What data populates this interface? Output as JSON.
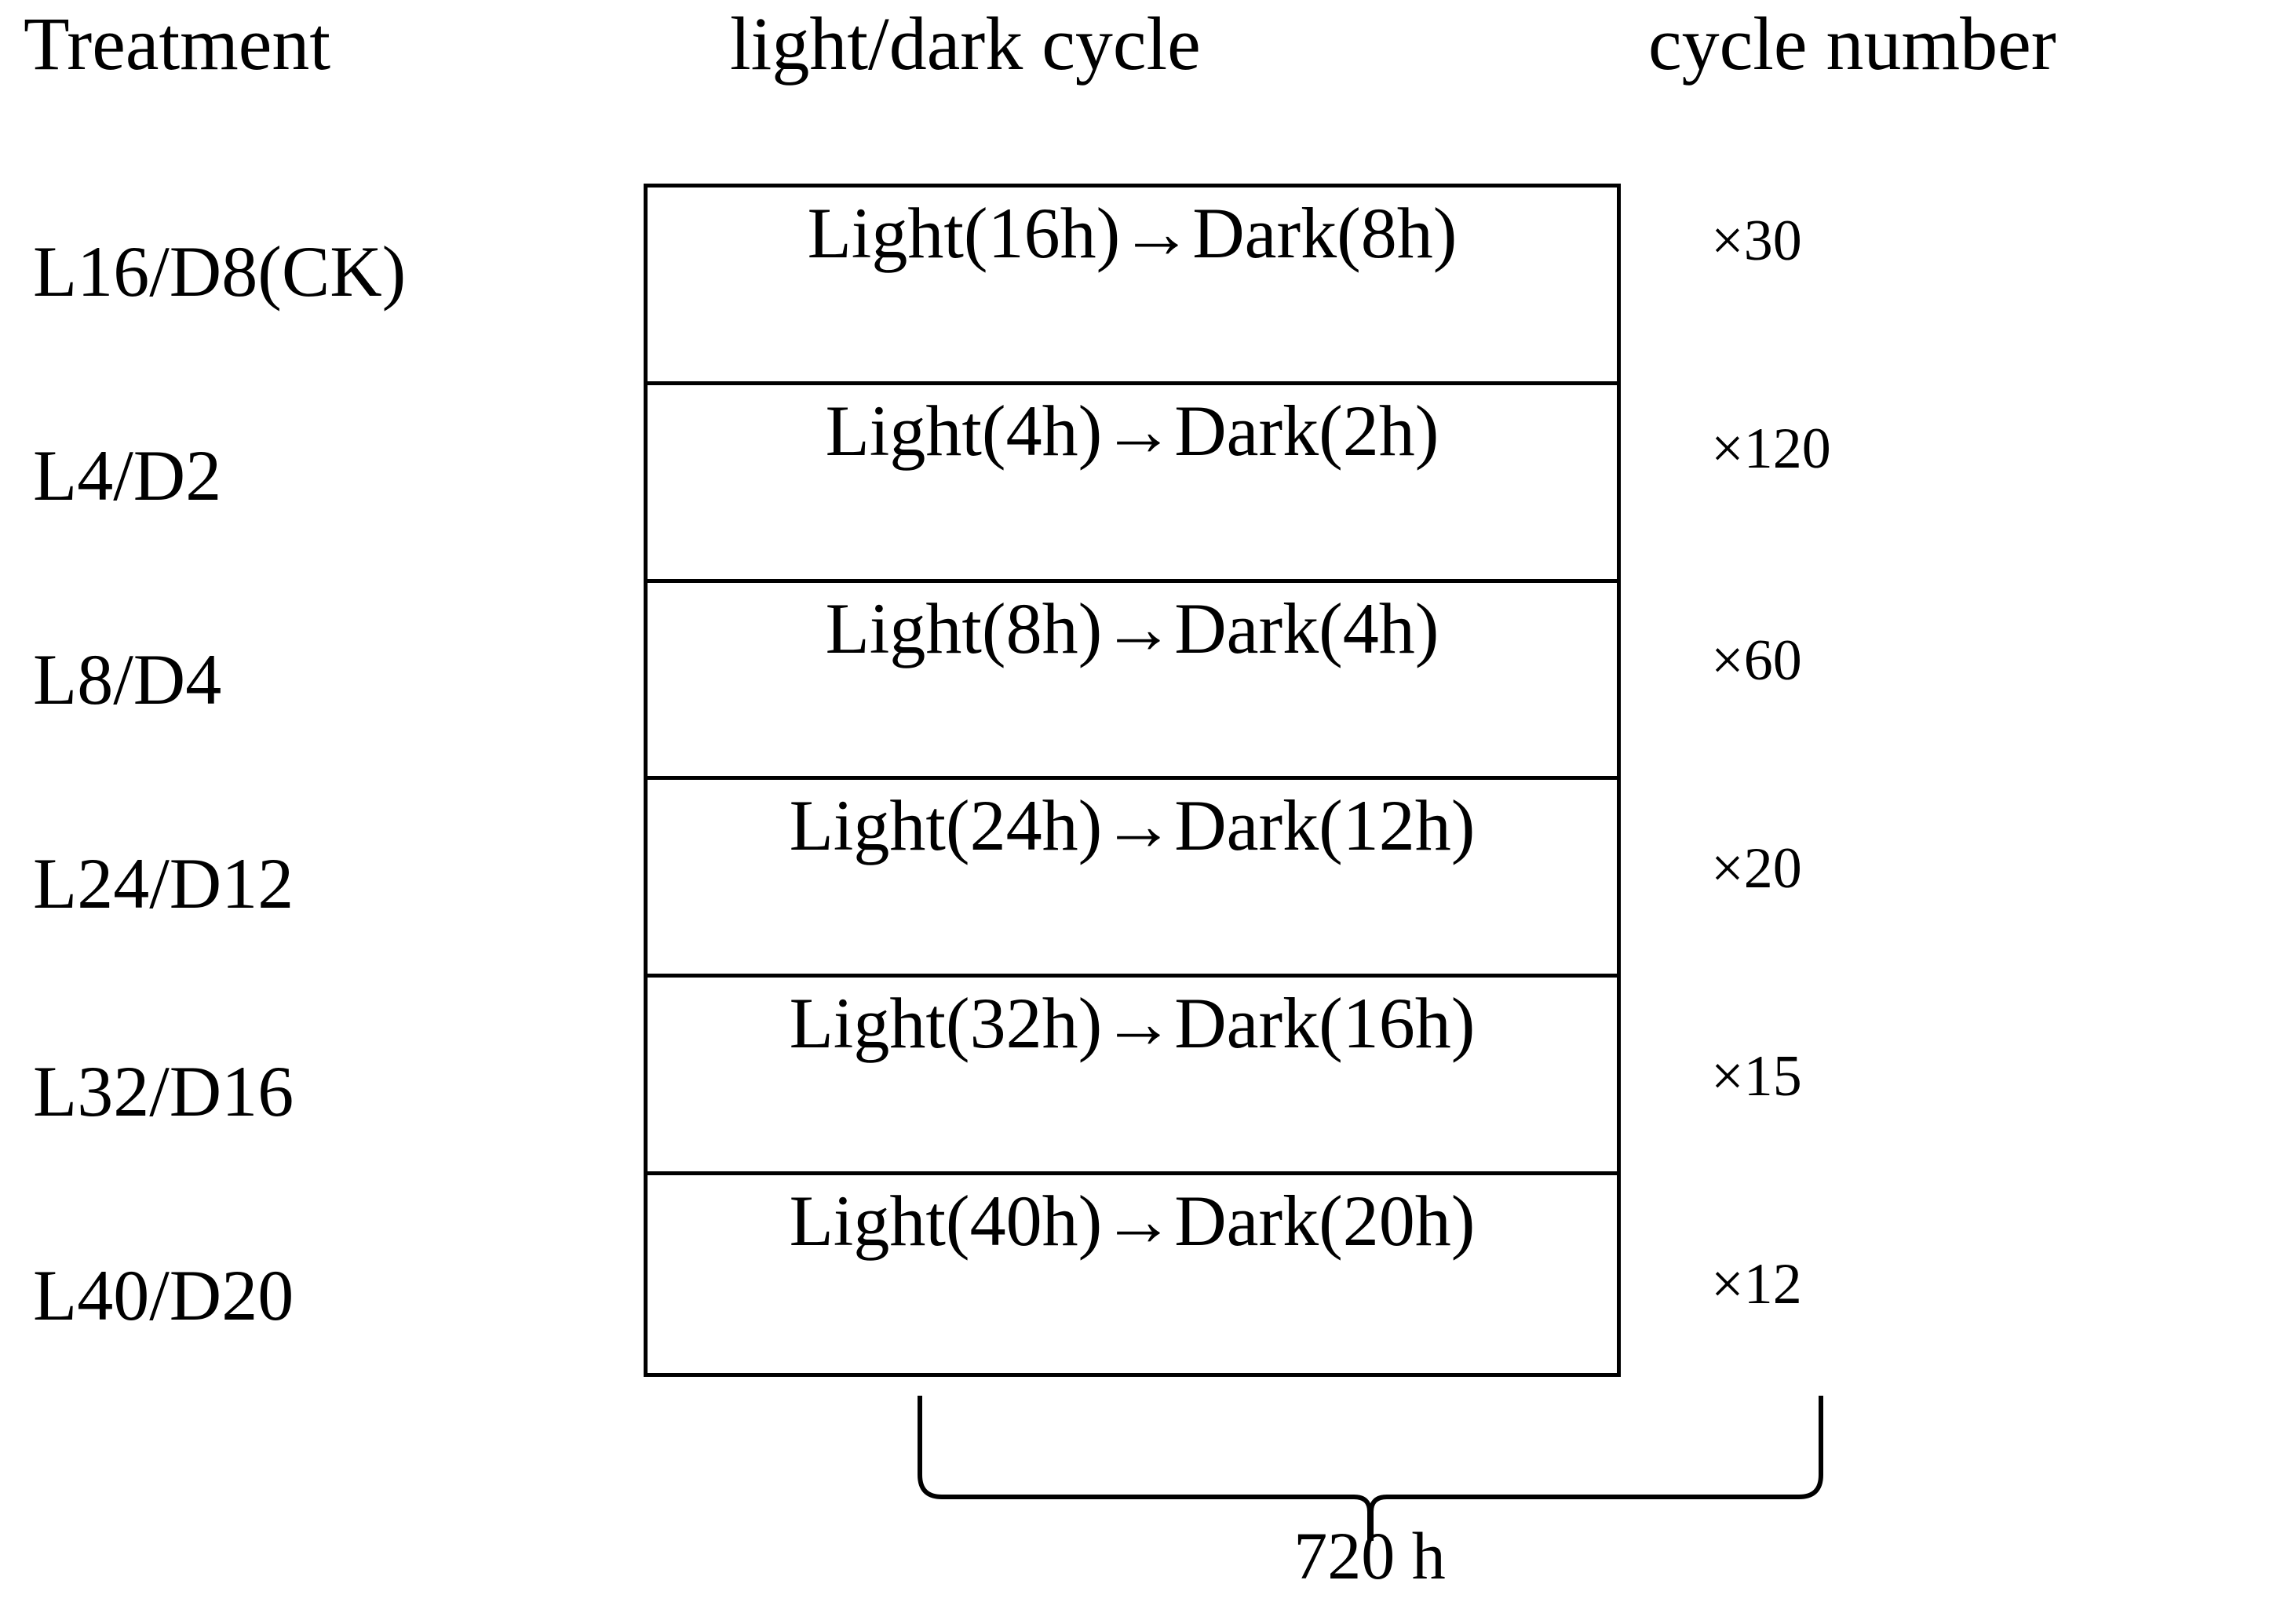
{
  "headers": {
    "treatment": "Treatment",
    "light_dark_cycle": "light/dark cycle",
    "cycle_number": "cycle number"
  },
  "rows": [
    {
      "treatment": "L16/D8(CK)",
      "cycle": "Light(16h)→Dark(8h)",
      "count": "×30"
    },
    {
      "treatment": "L4/D2",
      "cycle": "Light(4h)→Dark(2h)",
      "count": "×120"
    },
    {
      "treatment": "L8/D4",
      "cycle": "Light(8h)→Dark(4h)",
      "count": "×60"
    },
    {
      "treatment": "L24/D12",
      "cycle": "Light(24h)→Dark(12h)",
      "count": "×20"
    },
    {
      "treatment": "L32/D16",
      "cycle": "Light(32h)→Dark(16h)",
      "count": "×15"
    },
    {
      "treatment": "L40/D20",
      "cycle": "Light(40h)→Dark(20h)",
      "count": "×12"
    }
  ],
  "duration": {
    "label": "720 h"
  },
  "colors": {
    "ink": "#000000",
    "background": "#ffffff"
  }
}
